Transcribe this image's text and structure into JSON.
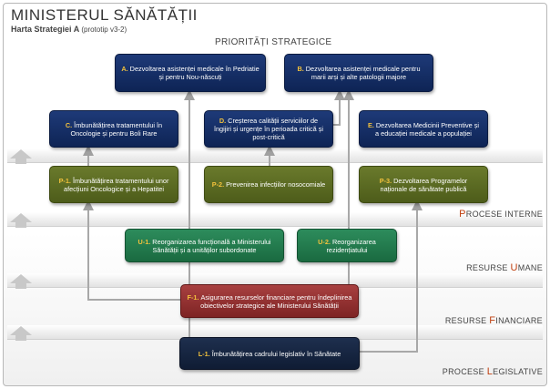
{
  "header": {
    "title": "MINISTERUL SĂNĂTĂȚII",
    "subtitle_main": "Harta Strategiei A",
    "subtitle_note": "(prototip v3-2)"
  },
  "section_title": "PRIORITĂȚI STRATEGICE",
  "layers": [
    {
      "first": "P",
      "rest": "ROCESE INTERNE",
      "pre": ""
    },
    {
      "pre": "RESURSE ",
      "first": "U",
      "rest": "MANE"
    },
    {
      "pre": "RESURSE ",
      "first": "F",
      "rest": "INANCIARE"
    },
    {
      "pre": "PROCESE ",
      "first": "L",
      "rest": "EGISLATIVE"
    }
  ],
  "boxes": {
    "A": {
      "code": "A.",
      "text": "Dezvoltarea asistenței medicale în Pedriatie și pentru Nou-născuți"
    },
    "B": {
      "code": "B.",
      "text": "Dezvoltarea asistenței medicale pentru marii arși și alte patologii majore"
    },
    "C": {
      "code": "C.",
      "text": "Îmbunătățirea tratamentului în Oncologie și pentru Boli Rare"
    },
    "D": {
      "code": "D.",
      "text": "Creșterea calității serviciilor de îngijiri și urgențe în perioada critică și post-critică"
    },
    "E": {
      "code": "E.",
      "text": "Dezvoltarea Medicinii Preventive și a educației medicale a populației"
    },
    "P1": {
      "code": "P-1.",
      "text": "Îmbunătățirea tratamentului unor afecțiuni Oncologice și a Hepatitei"
    },
    "P2": {
      "code": "P-2.",
      "text": "Prevenirea infecțiilor nosocomiale"
    },
    "P3": {
      "code": "P-3.",
      "text": "Dezvoltarea Programelor naționale de sănătate publică"
    },
    "U1": {
      "code": "U-1.",
      "text": "Reorganizarea funcțională a Ministerului Sănătății și a unităților subordonate"
    },
    "U2": {
      "code": "U-2.",
      "text": "Reorganizarea rezidențiatului"
    },
    "F1": {
      "code": "F-1.",
      "text": "Asigurarea resurselor financiare pentru îndeplinirea obiectivelor strategice ale Ministerului Sănătății"
    },
    "L1": {
      "code": "L-1.",
      "text": "Îmbunătățirea cadrului legislativ în Sănătate"
    }
  },
  "colors": {
    "navy": "#0e2455",
    "olive": "#4d5c1a",
    "green": "#1a6a40",
    "red": "#7e2424",
    "dark": "#0f1c34",
    "code": "#f3c23c",
    "layer_highlight": "#c04010"
  }
}
